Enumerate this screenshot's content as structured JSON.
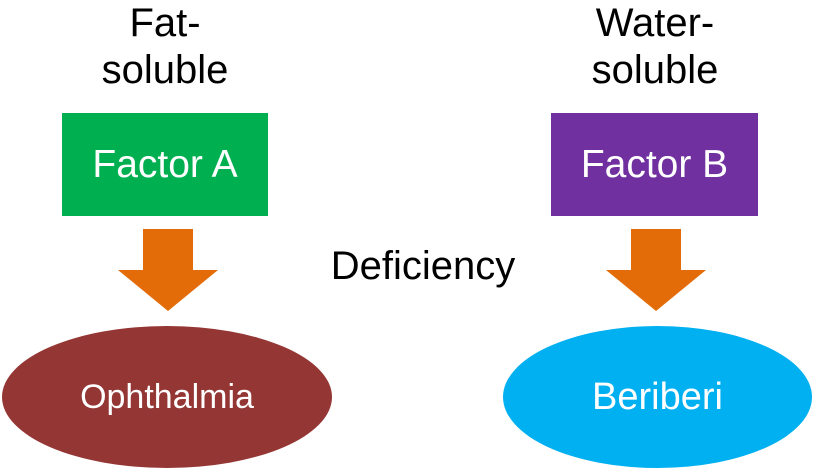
{
  "diagram": {
    "center_label": "Deficiency",
    "columns": [
      {
        "category": [
          "Fat-",
          "soluble"
        ],
        "factor": "Factor A",
        "factor_color": "#00b050",
        "arrow_color": "#e36c09",
        "disease": "Ophthalmia",
        "disease_color": "#943634"
      },
      {
        "category": [
          "Water-",
          "soluble"
        ],
        "factor": "Factor B",
        "factor_color": "#7030a0",
        "arrow_color": "#e36c09",
        "disease": "Beriberi",
        "disease_color": "#00b0f0"
      }
    ]
  }
}
